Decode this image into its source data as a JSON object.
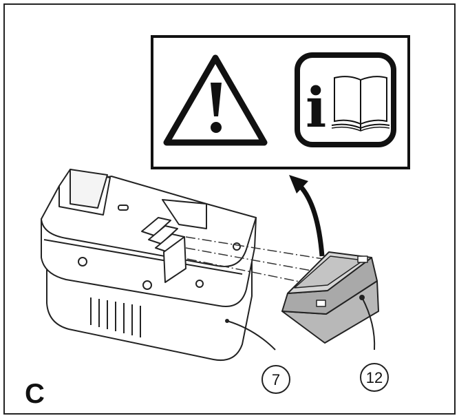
{
  "figure": {
    "label": "C",
    "warning_icon": "warning-triangle-icon",
    "manual_icon": "read-manual-icon",
    "manual_letter": "i",
    "callouts": [
      {
        "label": "7",
        "part": "battery-pack"
      },
      {
        "label": "12",
        "part": "terminal-cover"
      }
    ]
  },
  "colors": {
    "line": "#222222",
    "cover_fill": "#b8b8b8",
    "cover_dark": "#8e8e8e",
    "battery_fill": "#ffffff",
    "background": "#ffffff"
  }
}
